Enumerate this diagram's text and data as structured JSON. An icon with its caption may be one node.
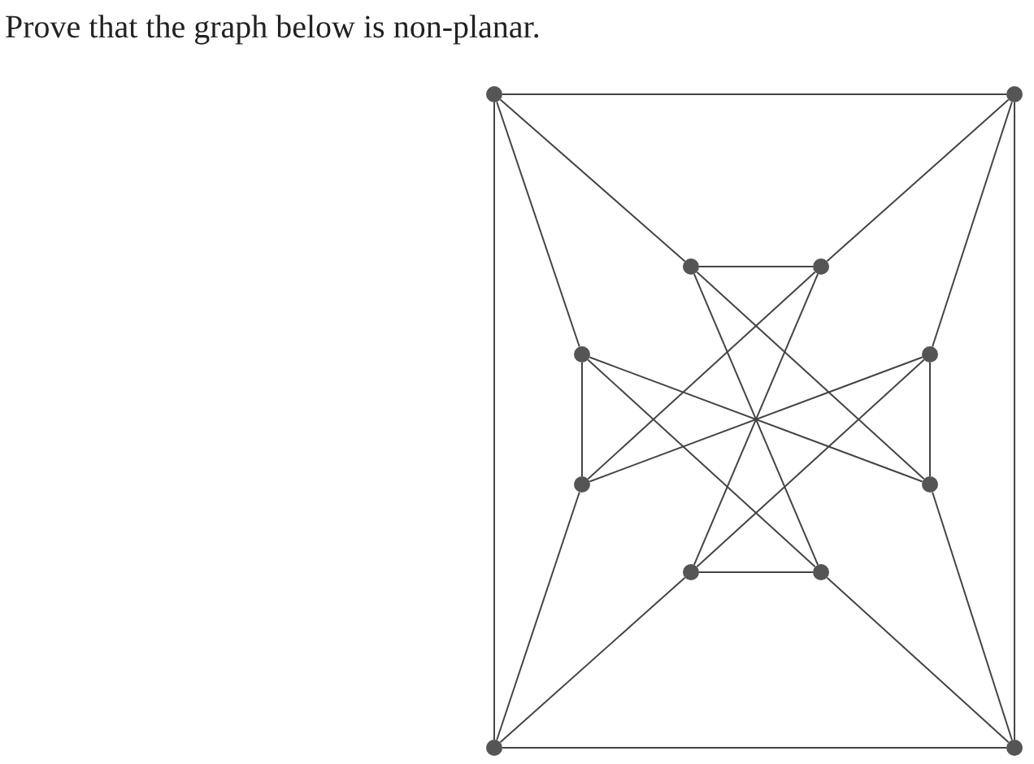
{
  "diagram": {
    "title": "Prove that the graph below is non-planar.",
    "nodes": [
      {
        "text": [],
        "shape": "circle"
      },
      {
        "text": [],
        "shape": "circle"
      },
      {
        "text": [],
        "shape": "circle"
      },
      {
        "text": [],
        "shape": "circle"
      },
      {
        "text": [],
        "shape": "circle"
      },
      {
        "text": [],
        "shape": "circle"
      },
      {
        "text": [],
        "shape": "circle"
      },
      {
        "text": [],
        "shape": "circle"
      },
      {
        "text": [],
        "shape": "circle"
      },
      {
        "text": [],
        "shape": "circle"
      },
      {
        "text": [],
        "shape": "circle"
      },
      {
        "text": [],
        "shape": "circle"
      }
    ],
    "edges": [
      {
        "from": 0,
        "to": 1,
        "arrow": "none"
      },
      {
        "from": 0,
        "to": 10,
        "arrow": "none"
      },
      {
        "from": 1,
        "to": 11,
        "arrow": "none"
      },
      {
        "from": 10,
        "to": 11,
        "arrow": "none"
      },
      {
        "from": 0,
        "to": 2,
        "arrow": "none"
      },
      {
        "from": 0,
        "to": 4,
        "arrow": "none"
      },
      {
        "from": 1,
        "to": 3,
        "arrow": "none"
      },
      {
        "from": 1,
        "to": 5,
        "arrow": "none"
      },
      {
        "from": 10,
        "to": 6,
        "arrow": "none"
      },
      {
        "from": 10,
        "to": 8,
        "arrow": "none"
      },
      {
        "from": 11,
        "to": 9,
        "arrow": "none"
      },
      {
        "from": 11,
        "to": 7,
        "arrow": "none"
      },
      {
        "from": 2,
        "to": 3,
        "arrow": "none"
      },
      {
        "from": 4,
        "to": 6,
        "arrow": "none"
      },
      {
        "from": 5,
        "to": 7,
        "arrow": "none"
      },
      {
        "from": 8,
        "to": 9,
        "arrow": "none"
      },
      {
        "from": 2,
        "to": 9,
        "arrow": "none"
      },
      {
        "from": 2,
        "to": 7,
        "arrow": "none"
      },
      {
        "from": 3,
        "to": 8,
        "arrow": "none"
      },
      {
        "from": 3,
        "to": 6,
        "arrow": "none"
      },
      {
        "from": 4,
        "to": 7,
        "arrow": "none"
      },
      {
        "from": 4,
        "to": 9,
        "arrow": "none"
      },
      {
        "from": 5,
        "to": 6,
        "arrow": "none"
      },
      {
        "from": 5,
        "to": 8,
        "arrow": "none"
      }
    ]
  }
}
